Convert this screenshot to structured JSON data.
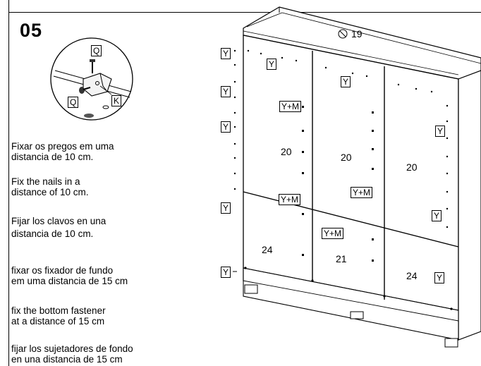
{
  "step_number": "05",
  "detail": {
    "label_q_top": "Q",
    "label_q_left": "Q",
    "label_k": "K"
  },
  "instructions": [
    {
      "line1": "Fixar os pregos em uma",
      "line2": "distancia de 10 cm."
    },
    {
      "line1": "Fix the nails in a",
      "line2": " distance of 10 cm."
    },
    {
      "line1": "Fijar los clavos en una",
      "line2": "distancia de 10 cm."
    },
    {
      "line1": "fixar os fixador de fundo",
      "line2": "em uma distancia de 15 cm"
    },
    {
      "line1": "fix the bottom fastener",
      "line2": " at a distance of 15 cm"
    },
    {
      "line1": "fijar los sujetadores de fondo",
      "line2": " en una distancia de 15 cm"
    }
  ],
  "drawing": {
    "part_19": "19",
    "y_label": "Y",
    "ym_label": "Y+M",
    "spacing_20": "20",
    "spacing_21": "21",
    "spacing_24": "24"
  }
}
